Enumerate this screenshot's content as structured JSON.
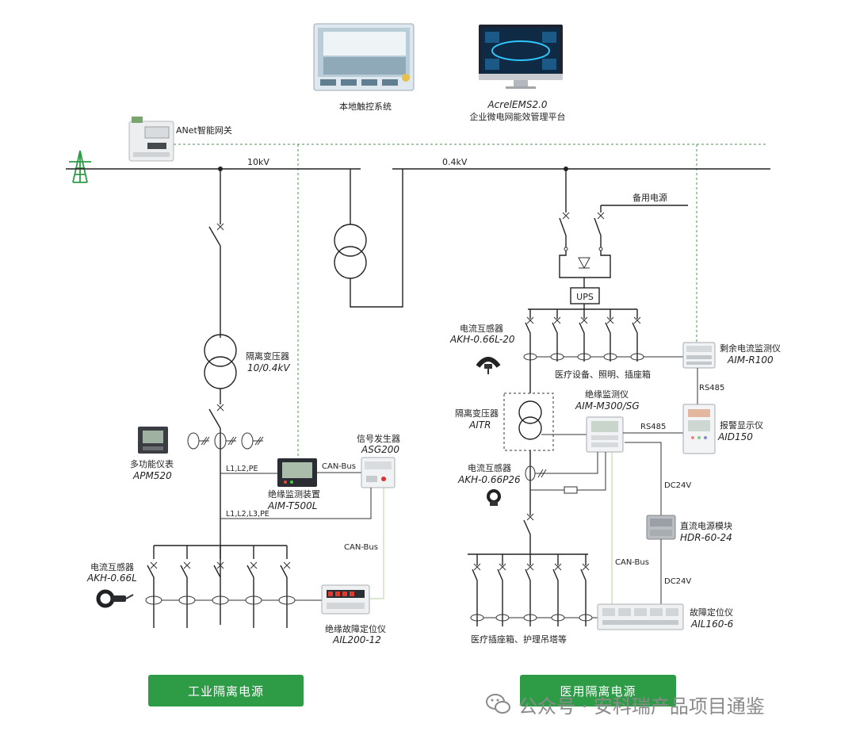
{
  "top": {
    "touch_system": "本地触控系统",
    "ems_line1": "AcrelEMS2.0",
    "ems_line2": "企业微电网能效管理平台",
    "gateway": "ANet智能网关"
  },
  "bus": {
    "hv": "10kV",
    "lv": "0.4kV",
    "backup": "备用电源",
    "ups": "UPS"
  },
  "industrial": {
    "iso_transformer": "隔离变压器",
    "iso_transformer_spec": "10/0.4kV",
    "meter_name": "多功能仪表",
    "meter_model": "APM520",
    "l1l2pe": "L1,L2,PE",
    "l1l2l3pe": "L1,L2,L3,PE",
    "can_bus_1": "CAN-Bus",
    "can_bus_2": "CAN-Bus",
    "monitor_name": "绝缘监测装置",
    "monitor_model": "AIM-T500L",
    "signal_name": "信号发生器",
    "signal_model": "ASG200",
    "ct_name": "电流互感器",
    "ct_model": "AKH-0.66L",
    "locator_name": "绝缘故障定位仪",
    "locator_model": "AIL200-12",
    "button": "工业隔离电源"
  },
  "medical": {
    "ct1_name": "电流互感器",
    "ct1_model": "AKH-0.66L-20",
    "equipment": "医疗设备、照明、插座箱",
    "rcm_name": "剩余电流监测仪",
    "rcm_model": "AIM-R100",
    "rs485_1": "RS485",
    "rs485_2": "RS485",
    "iso_transformer": "隔离变压器",
    "iso_model": "AITR",
    "monitor_name": "绝缘监测仪",
    "monitor_model": "AIM-M300/SG",
    "alarm_name": "报警显示仪",
    "alarm_model": "AID150",
    "ct2_name": "电流互感器",
    "ct2_model": "AKH-0.66P26",
    "dc24v_1": "DC24V",
    "dc24v_2": "DC24V",
    "psu_name": "直流电源模块",
    "psu_model": "HDR-60-24",
    "can_bus": "CAN-Bus",
    "locator_name": "故障定位仪",
    "locator_model": "AIL160-6",
    "outlets": "医疗插座箱、护理吊塔等",
    "button": "医用隔离电源"
  },
  "watermark": "公众号 · 安科瑞产品项目通鉴",
  "colors": {
    "accent_green": "#2e9c47",
    "dashed_green": "#4a9a4a"
  }
}
